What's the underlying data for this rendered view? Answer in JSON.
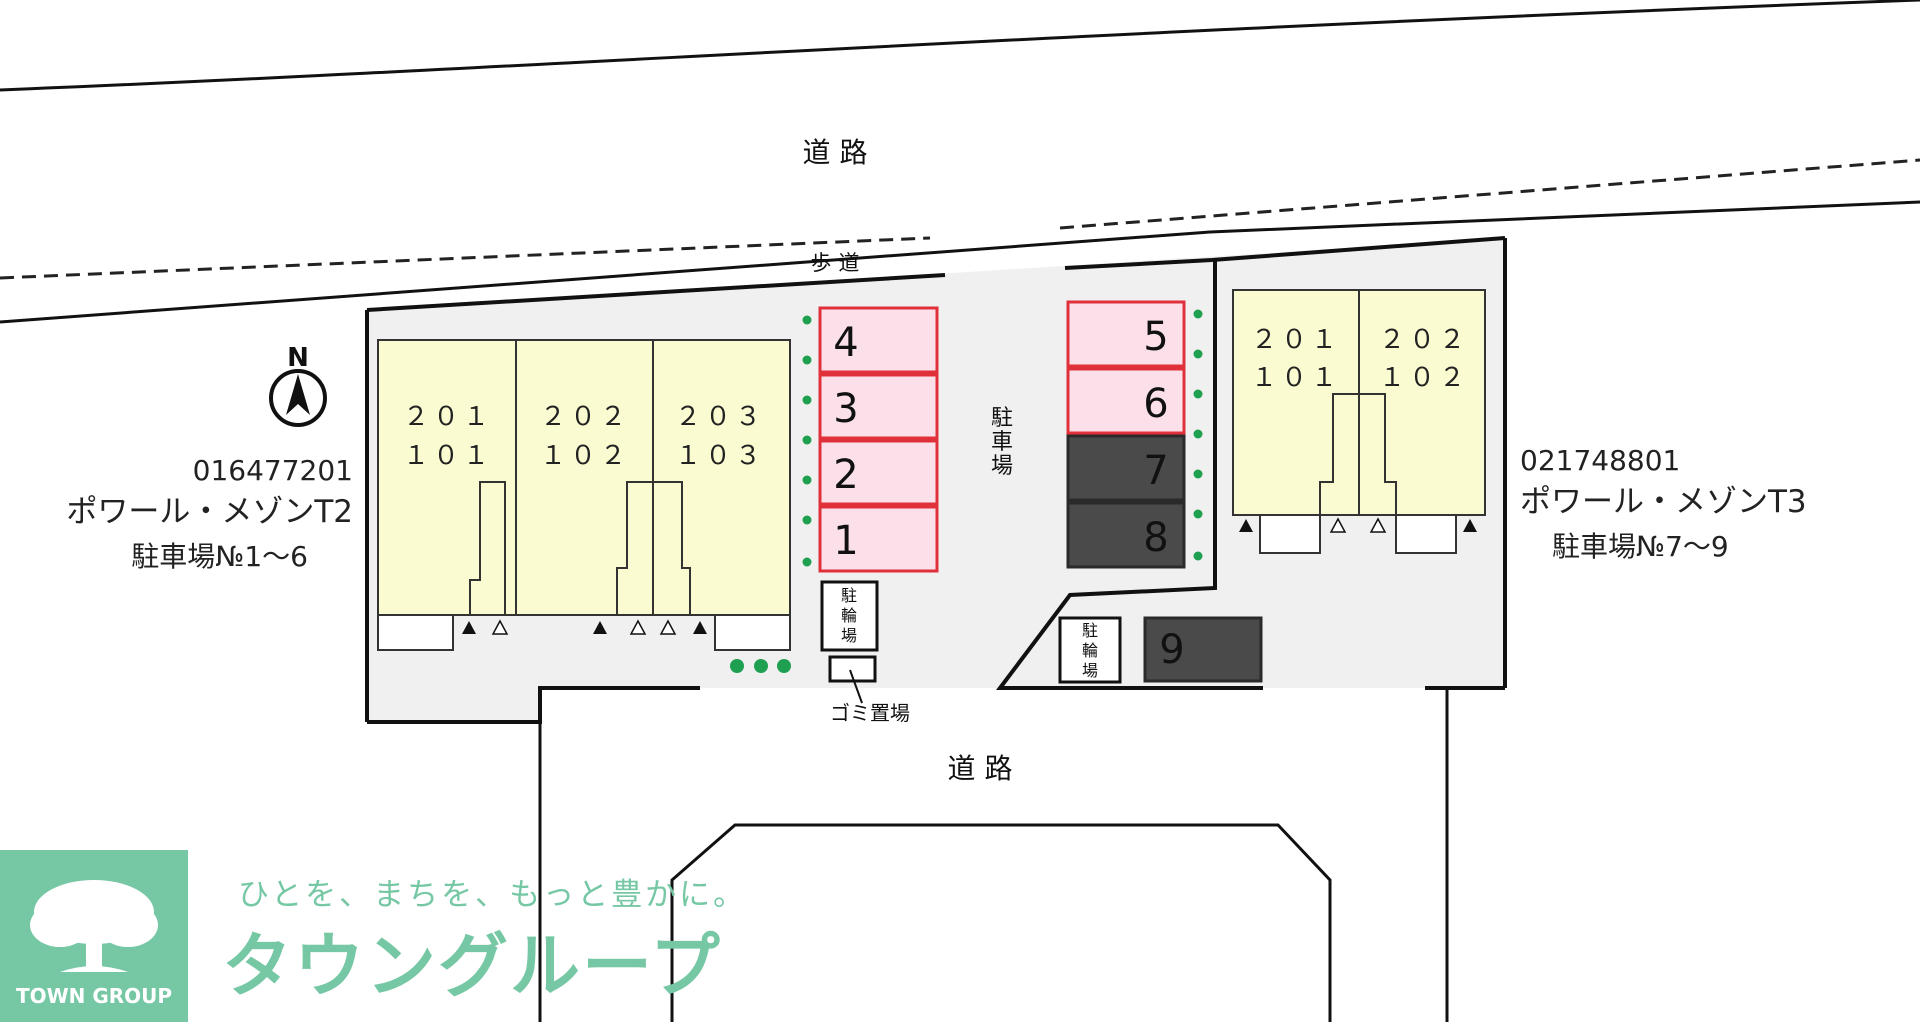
{
  "roads": {
    "top": "道 路",
    "sidewalk": "歩 道",
    "bottom": "道 路"
  },
  "compass": {
    "label": "N"
  },
  "building_left": {
    "code": "016477201",
    "name": "ポワール・メゾンT2",
    "parking": "駐車場№1～6",
    "units": [
      {
        "upper": "２０１",
        "lower": "１０１"
      },
      {
        "upper": "２０２",
        "lower": "１０２"
      },
      {
        "upper": "２０３",
        "lower": "１０３"
      }
    ]
  },
  "building_right": {
    "code": "021748801",
    "name": "ポワール・メゾンT3",
    "parking": "駐車場№7～9",
    "units": [
      {
        "upper": "２０１",
        "lower": "１０１"
      },
      {
        "upper": "２０２",
        "lower": "１０２"
      }
    ]
  },
  "parking_lot_label": "駐\n車\n場",
  "bike_parking_label": "駐\n輪\n場",
  "garbage_label": "ゴミ置場",
  "spaces": [
    {
      "number": "4",
      "state": "vacant"
    },
    {
      "number": "3",
      "state": "vacant"
    },
    {
      "number": "2",
      "state": "vacant"
    },
    {
      "number": "1",
      "state": "vacant"
    },
    {
      "number": "5",
      "state": "vacant"
    },
    {
      "number": "6",
      "state": "vacant"
    },
    {
      "number": "7",
      "state": "occupied"
    },
    {
      "number": "8",
      "state": "occupied"
    },
    {
      "number": "9",
      "state": "occupied"
    }
  ],
  "colors": {
    "building_fill": "#fbfbd2",
    "lot_fill": "#f0f0f0",
    "vacant_fill": "#fbe0ea",
    "vacant_border": "#e0303a",
    "occupied_fill": "#4a4a4a",
    "hedge_dot": "#1ea050",
    "brand_green": "#76c8a5"
  },
  "branding": {
    "logo_text": "TOWN GROUP",
    "slogan": "ひとを、まちを、もっと豊かに。",
    "name": "タウングループ"
  }
}
